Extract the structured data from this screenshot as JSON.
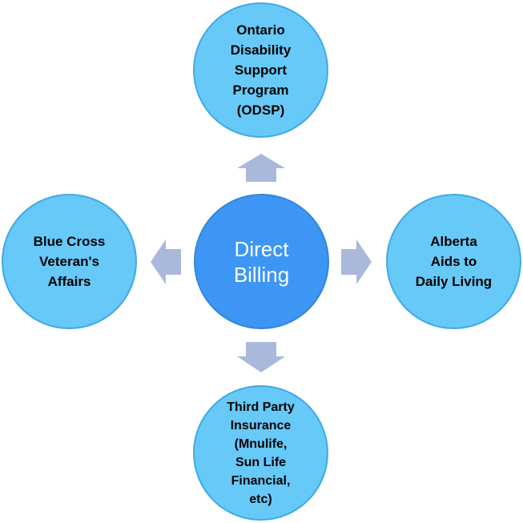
{
  "diagram": {
    "center": {
      "label": "Direct\nBilling"
    },
    "nodes": {
      "top": {
        "label": "Ontario\nDisability\nSupport\nProgram\n(ODSP)"
      },
      "left": {
        "label": "Blue Cross\nVeteran's\nAffairs"
      },
      "right": {
        "label": "Alberta\nAids to\nDaily Living"
      },
      "bottom": {
        "label": "Third Party\nInsurance\n(Mnulife,\nSun Life\nFinancial,\netc)"
      }
    },
    "colors": {
      "outer_fill": "#66c9f8",
      "center_fill": "#3d96f4",
      "arrow_fill": "#a9b8db"
    }
  }
}
